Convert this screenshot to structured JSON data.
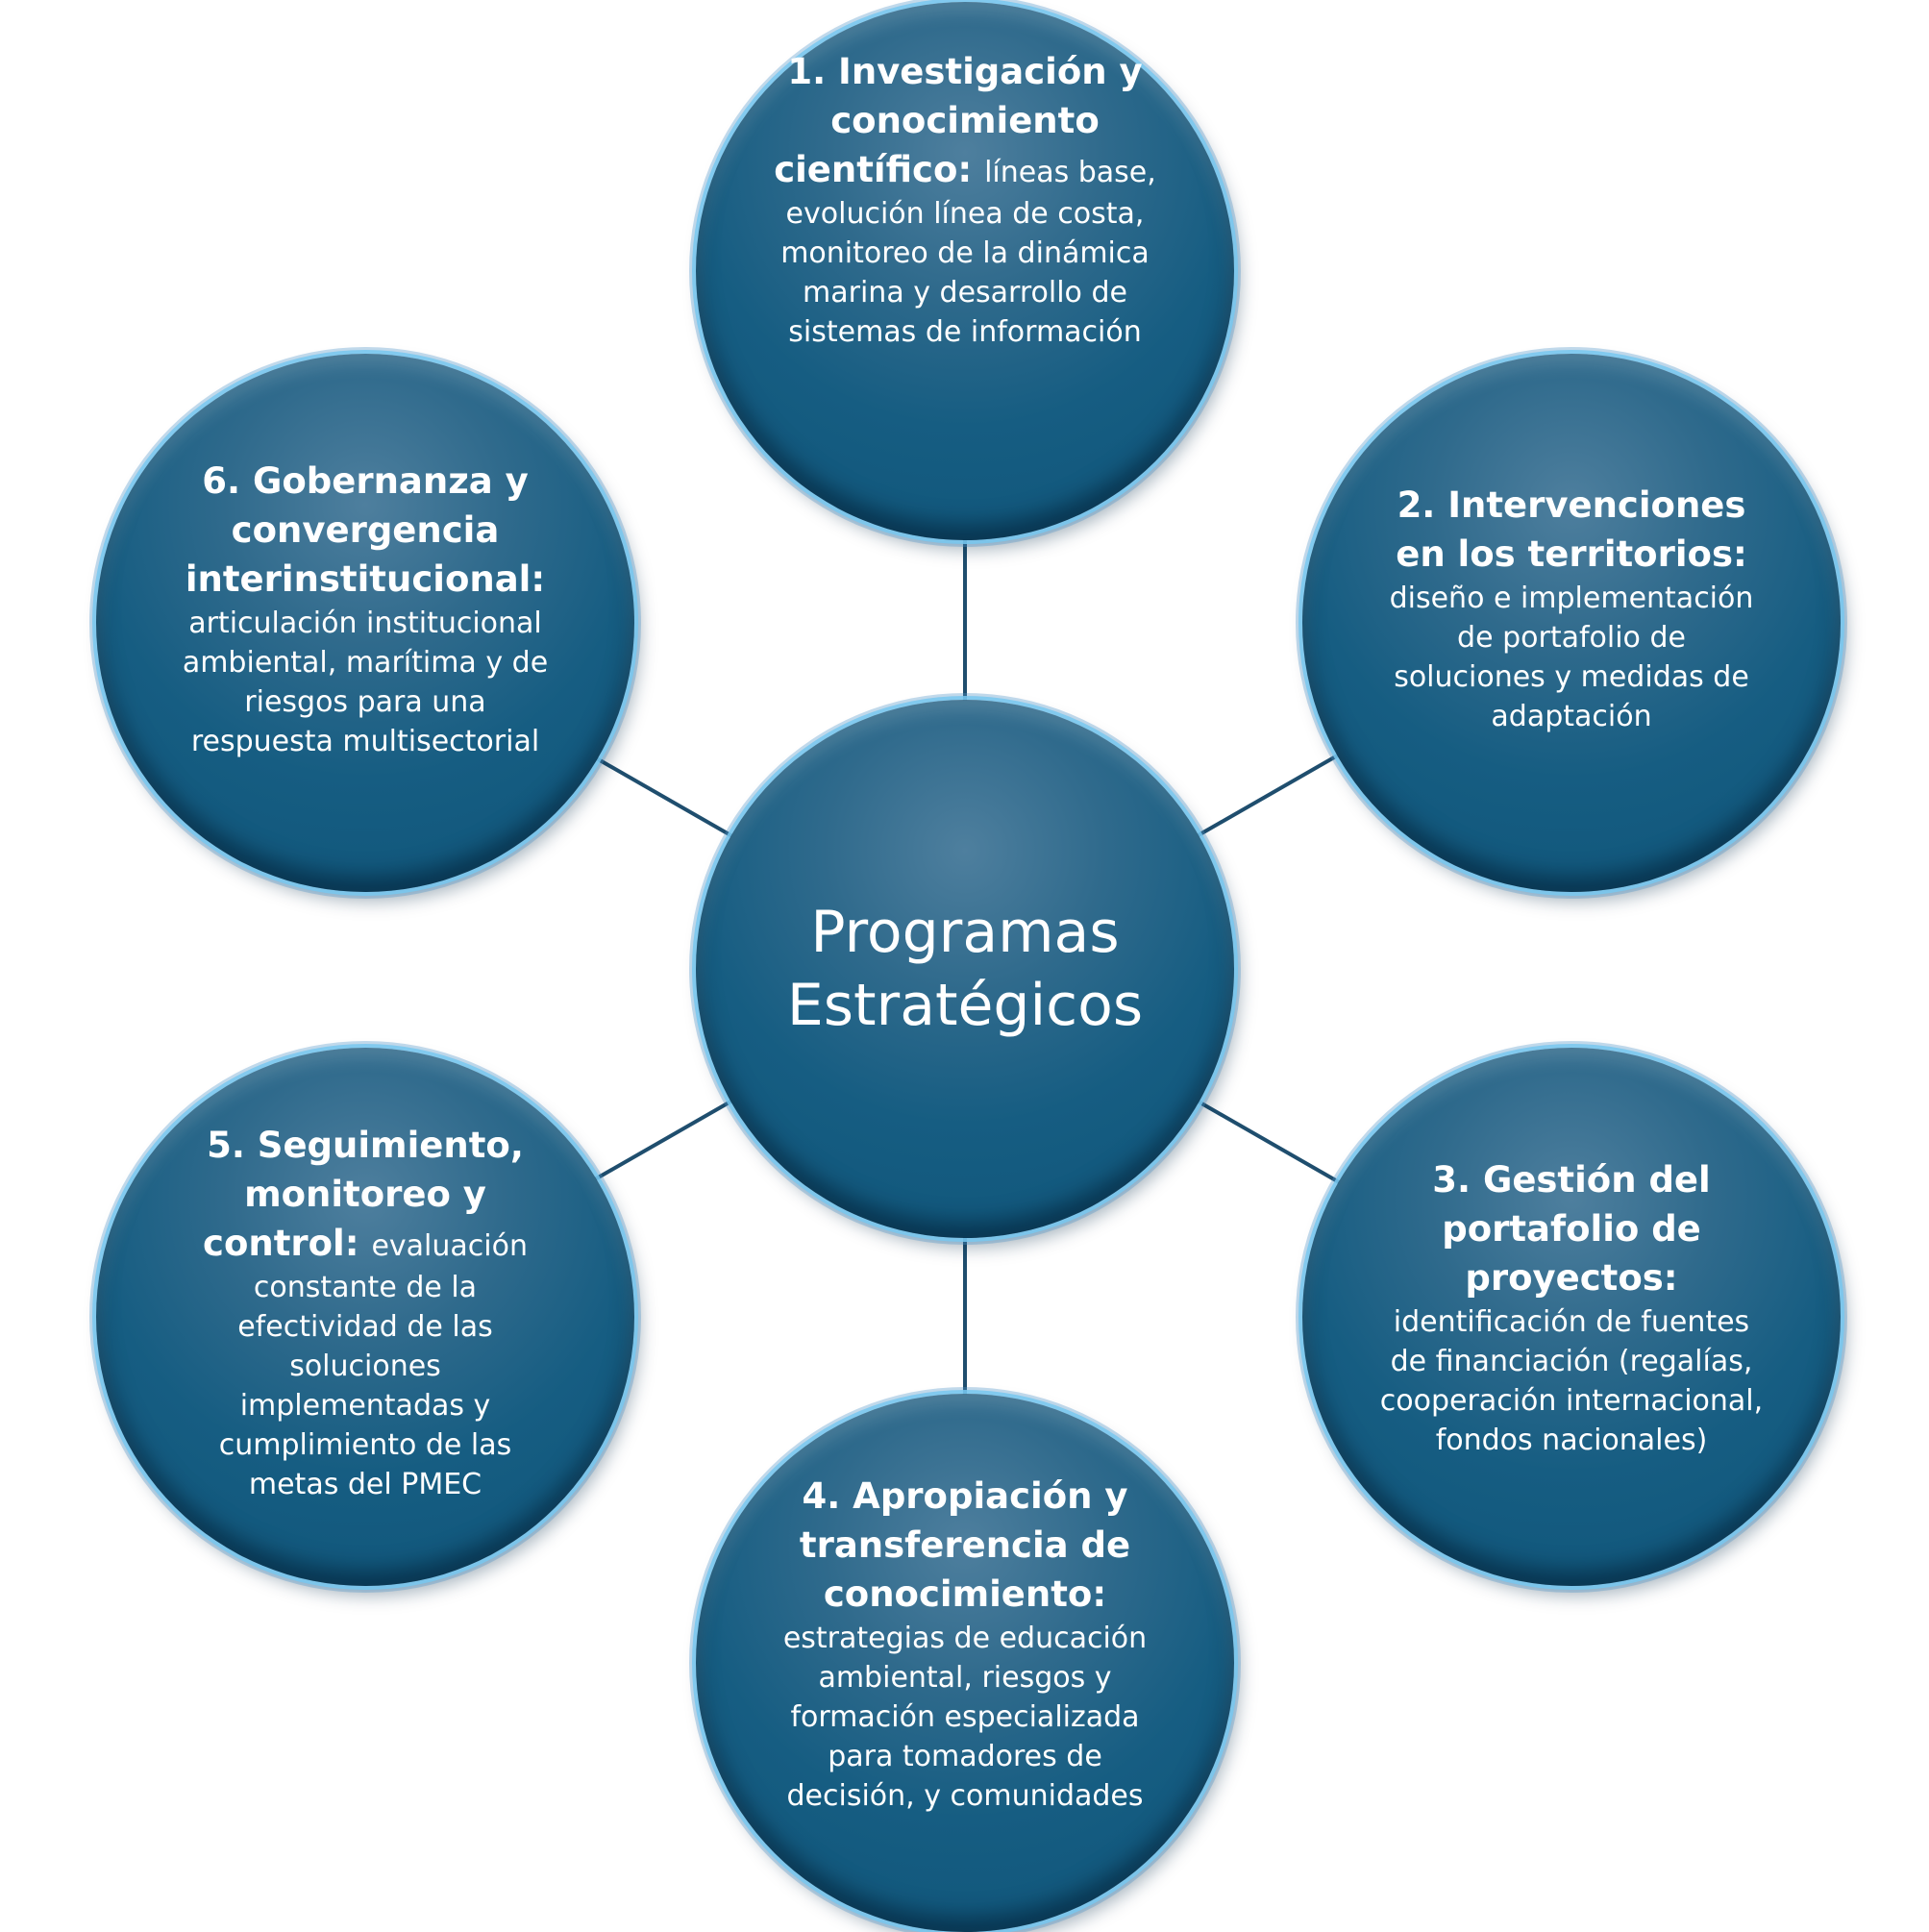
{
  "center": {
    "line1": "Programas",
    "line2": "Estratégicos"
  },
  "nodes": [
    {
      "id": 1,
      "head": "1. Investigación y conocimiento científico:",
      "body": "líneas base, evolución línea de costa, monitoreo de la dinámica marina y desarrollo de sistemas de información"
    },
    {
      "id": 2,
      "head": "2. Intervenciones en los territorios:",
      "body": "diseño e implementación de portafolio de soluciones y medidas de adaptación"
    },
    {
      "id": 3,
      "head": "3. Gestión del portafolio de proyectos:",
      "body": "identificación de fuentes de financiación (regalías, cooperación internacional, fondos nacionales)"
    },
    {
      "id": 4,
      "head": "4. Apropiación y transferencia de conocimiento:",
      "body": "estrategias de educación ambiental, riesgos y formación especializada para tomadores de decisión, y comunidades"
    },
    {
      "id": 5,
      "head": "5. Seguimiento, monitoreo y control:",
      "body": "evaluación constante de la efectividad de las soluciones implementadas y cumplimiento de las metas del PMEC"
    },
    {
      "id": 6,
      "head": "6. Gobernanza y convergencia interinstitucional:",
      "body": "articulación institucional ambiental, marítima y de riesgos para una respuesta multisectorial"
    }
  ],
  "colors": {
    "node_fill": "#165d82",
    "node_rim": "#78c8f0",
    "connector": "#1f4e6e",
    "text": "#ffffff"
  }
}
